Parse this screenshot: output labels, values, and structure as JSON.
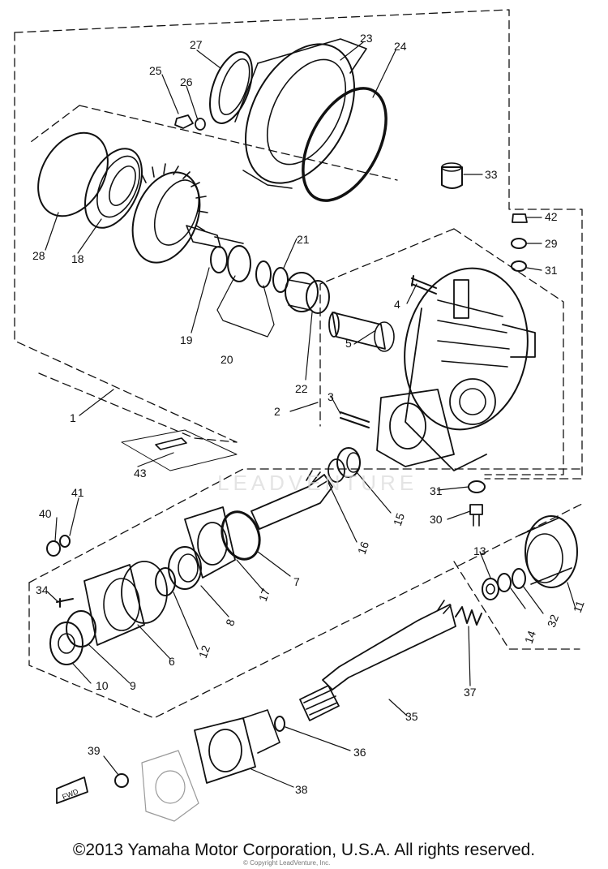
{
  "parts": [
    {
      "id": "1",
      "label": "1"
    },
    {
      "id": "2",
      "label": "2"
    },
    {
      "id": "3",
      "label": "3"
    },
    {
      "id": "4",
      "label": "4"
    },
    {
      "id": "5",
      "label": "5"
    },
    {
      "id": "6",
      "label": "6"
    },
    {
      "id": "7",
      "label": "7"
    },
    {
      "id": "8",
      "label": "8"
    },
    {
      "id": "9",
      "label": "9"
    },
    {
      "id": "10",
      "label": "10"
    },
    {
      "id": "11",
      "label": "11"
    },
    {
      "id": "12",
      "label": "12"
    },
    {
      "id": "13",
      "label": "13"
    },
    {
      "id": "14",
      "label": "14"
    },
    {
      "id": "15",
      "label": "15"
    },
    {
      "id": "16",
      "label": "16"
    },
    {
      "id": "17",
      "label": "17"
    },
    {
      "id": "18",
      "label": "18"
    },
    {
      "id": "19",
      "label": "19"
    },
    {
      "id": "20",
      "label": "20"
    },
    {
      "id": "21",
      "label": "21"
    },
    {
      "id": "22",
      "label": "22"
    },
    {
      "id": "23",
      "label": "23"
    },
    {
      "id": "24",
      "label": "24"
    },
    {
      "id": "25",
      "label": "25"
    },
    {
      "id": "26",
      "label": "26"
    },
    {
      "id": "27",
      "label": "27"
    },
    {
      "id": "28",
      "label": "28"
    },
    {
      "id": "29",
      "label": "29"
    },
    {
      "id": "30",
      "label": "30"
    },
    {
      "id": "31a",
      "label": "31"
    },
    {
      "id": "31b",
      "label": "31"
    },
    {
      "id": "32",
      "label": "32"
    },
    {
      "id": "33",
      "label": "33"
    },
    {
      "id": "34",
      "label": "34"
    },
    {
      "id": "35",
      "label": "35"
    },
    {
      "id": "36",
      "label": "36"
    },
    {
      "id": "37",
      "label": "37"
    },
    {
      "id": "38",
      "label": "38"
    },
    {
      "id": "39",
      "label": "39"
    },
    {
      "id": "40",
      "label": "40"
    },
    {
      "id": "41",
      "label": "41"
    },
    {
      "id": "42",
      "label": "42"
    },
    {
      "id": "43",
      "label": "43"
    }
  ],
  "fwd_arrow_label": "FWD",
  "watermark_text": "LEADVENTURE",
  "footer_small": "© Copyright LeadVenture, Inc.",
  "copyright": "©2013 Yamaha Motor Corporation, U.S.A. All rights reserved."
}
